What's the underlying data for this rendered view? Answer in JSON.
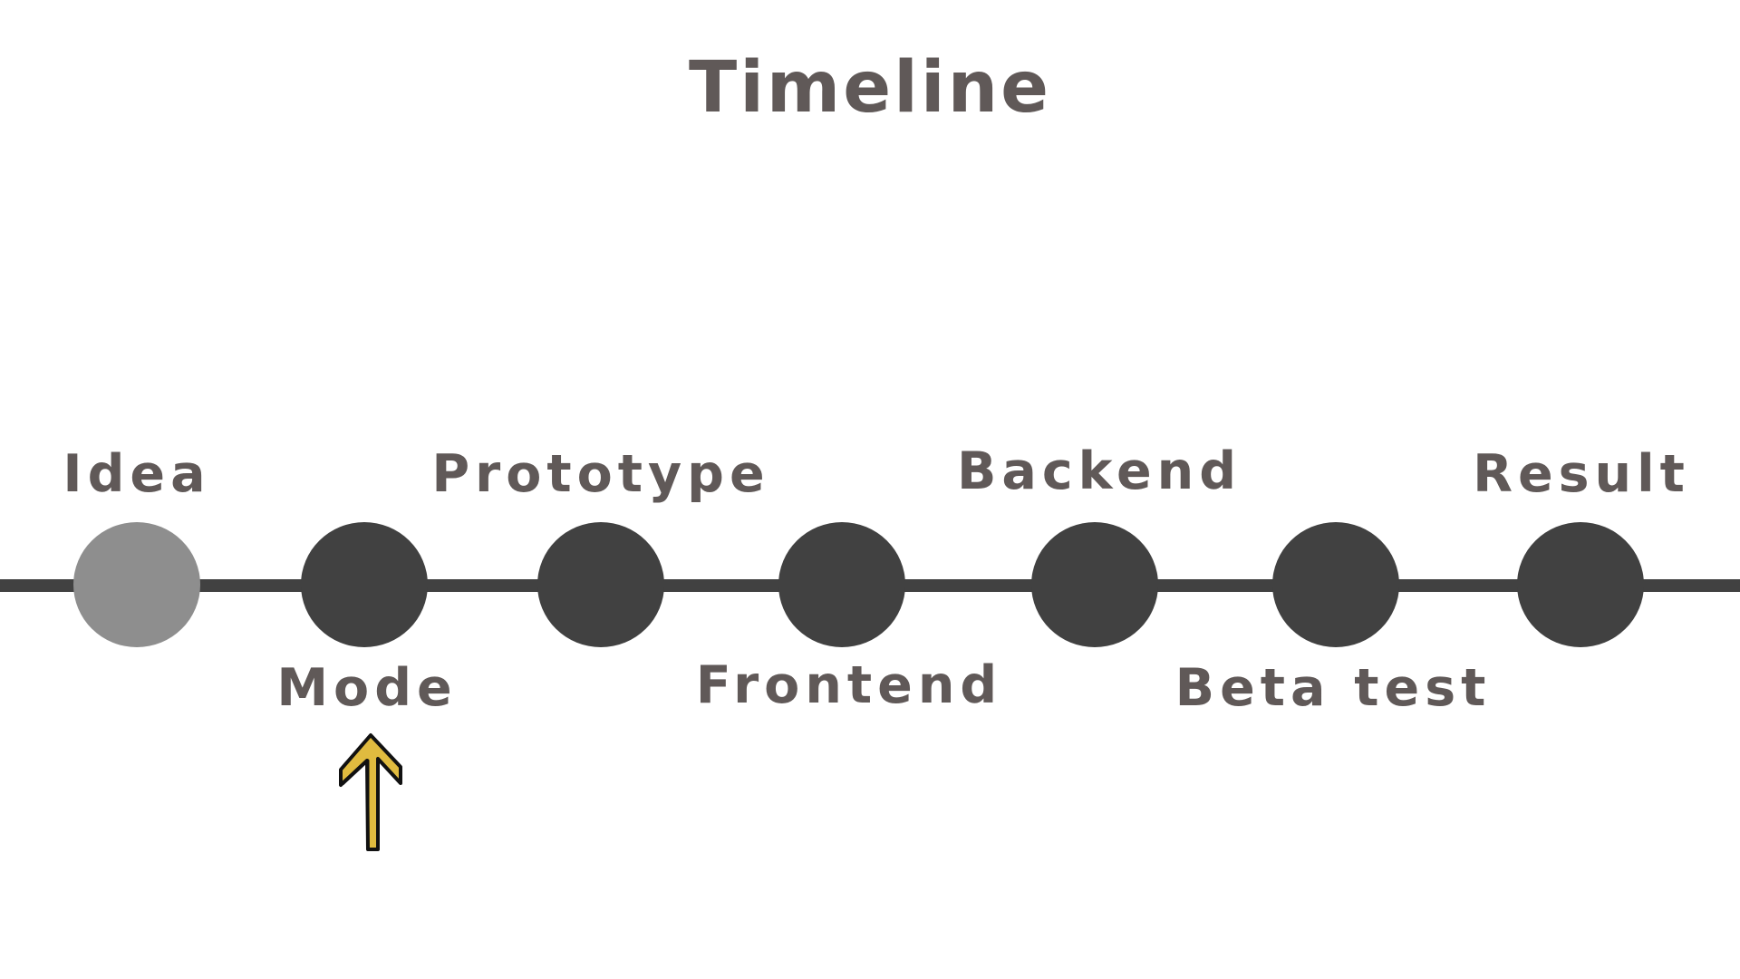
{
  "title": "Timeline",
  "colors": {
    "text": "#605958",
    "line": "#414141",
    "node": "#414141",
    "node_current": "#8e8e8e",
    "marker_fill": "#e0bb3f",
    "marker_stroke": "#111111"
  },
  "stages": [
    {
      "label": "Idea",
      "position": "above",
      "state": "current"
    },
    {
      "label": "Mode",
      "position": "below",
      "state": "upcoming"
    },
    {
      "label": "Prototype",
      "position": "above",
      "state": "upcoming"
    },
    {
      "label": "Frontend",
      "position": "below",
      "state": "upcoming"
    },
    {
      "label": "Backend",
      "position": "above",
      "state": "upcoming"
    },
    {
      "label": "Beta test",
      "position": "below",
      "state": "upcoming"
    },
    {
      "label": "Result",
      "position": "above",
      "state": "upcoming"
    }
  ],
  "marker": {
    "icon": "up-arrow-icon",
    "points_to_stage": "Mode"
  }
}
